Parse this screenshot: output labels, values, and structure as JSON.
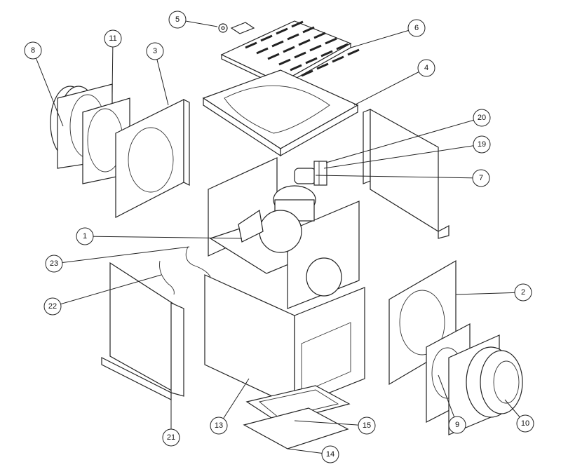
{
  "title": "Exploded parts diagram",
  "callouts": [
    {
      "label": "5"
    },
    {
      "label": "6"
    },
    {
      "label": "11"
    },
    {
      "label": "8"
    },
    {
      "label": "3"
    },
    {
      "label": "4"
    },
    {
      "label": "20"
    },
    {
      "label": "19"
    },
    {
      "label": "7"
    },
    {
      "label": "1"
    },
    {
      "label": "23"
    },
    {
      "label": "22"
    },
    {
      "label": "2"
    },
    {
      "label": "21"
    },
    {
      "label": "13"
    },
    {
      "label": "15"
    },
    {
      "label": "14"
    },
    {
      "label": "9"
    },
    {
      "label": "10"
    }
  ]
}
